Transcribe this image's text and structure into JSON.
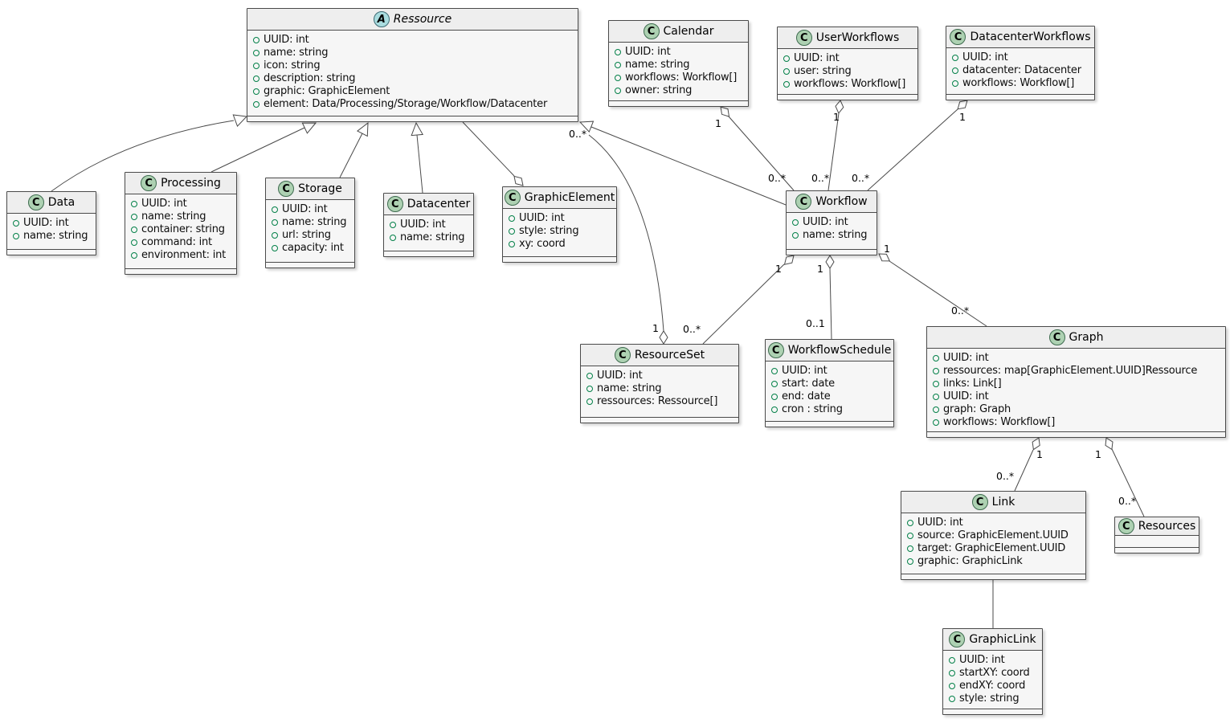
{
  "diagram": {
    "classes": {
      "ressource": {
        "icon_letter": "A",
        "name": "Ressource",
        "attrs": [
          "UUID: int",
          "name: string",
          "icon: string",
          "description: string",
          "graphic: GraphicElement",
          "element: Data/Processing/Storage/Workflow/Datacenter"
        ]
      },
      "data": {
        "icon_letter": "C",
        "name": "Data",
        "attrs": [
          "UUID: int",
          "name: string"
        ]
      },
      "processing": {
        "icon_letter": "C",
        "name": "Processing",
        "attrs": [
          "UUID: int",
          "name: string",
          "container: string",
          "command: int",
          "environment: int"
        ]
      },
      "storage": {
        "icon_letter": "C",
        "name": "Storage",
        "attrs": [
          "UUID: int",
          "name: string",
          "url: string",
          "capacity: int"
        ]
      },
      "datacenter": {
        "icon_letter": "C",
        "name": "Datacenter",
        "attrs": [
          "UUID: int",
          "name: string"
        ]
      },
      "graphicelement": {
        "icon_letter": "C",
        "name": "GraphicElement",
        "attrs": [
          "UUID: int",
          "style: string",
          "xy: coord"
        ]
      },
      "calendar": {
        "icon_letter": "C",
        "name": "Calendar",
        "attrs": [
          "UUID: int",
          "name: string",
          "workflows: Workflow[]",
          "owner: string"
        ]
      },
      "userworkflows": {
        "icon_letter": "C",
        "name": "UserWorkflows",
        "attrs": [
          "UUID: int",
          "user: string",
          "workflows: Workflow[]"
        ]
      },
      "datacenterworkflows": {
        "icon_letter": "C",
        "name": "DatacenterWorkflows",
        "attrs": [
          "UUID: int",
          "datacenter: Datacenter",
          "workflows: Workflow[]"
        ]
      },
      "workflow": {
        "icon_letter": "C",
        "name": "Workflow",
        "attrs": [
          "UUID: int",
          "name: string"
        ]
      },
      "resourceset": {
        "icon_letter": "C",
        "name": "ResourceSet",
        "attrs": [
          "UUID: int",
          "name: string",
          "ressources: Ressource[]"
        ]
      },
      "workflowschedule": {
        "icon_letter": "C",
        "name": "WorkflowSchedule",
        "attrs": [
          "UUID: int",
          "start: date",
          "end: date",
          "cron : string"
        ]
      },
      "graph": {
        "icon_letter": "C",
        "name": "Graph",
        "attrs": [
          "UUID: int",
          "ressources: map[GraphicElement.UUID]Ressource",
          "links: Link[]",
          "UUID: int",
          "graph: Graph",
          "workflows: Workflow[]"
        ]
      },
      "link": {
        "icon_letter": "C",
        "name": "Link",
        "attrs": [
          "UUID: int",
          "source: GraphicElement.UUID",
          "target: GraphicElement.UUID",
          "graphic: GraphicLink"
        ]
      },
      "resources": {
        "icon_letter": "C",
        "name": "Resources",
        "attrs": []
      },
      "graphiclink": {
        "icon_letter": "C",
        "name": "GraphicLink",
        "attrs": [
          "UUID: int",
          "startXY: coord",
          "endXY: coord",
          "style: string"
        ]
      }
    },
    "multiplicities": {
      "calendar_workflow": {
        "source": "1",
        "target": "0..*"
      },
      "userworkflows_workflow": {
        "source": "1",
        "target": "0..*"
      },
      "datacenterworkflows_workflow": {
        "source": "1",
        "target": "0..*"
      },
      "workflow_resourceset": {
        "source": "1",
        "target": "0..*"
      },
      "workflow_workflowschedule": {
        "source": "1",
        "target": "0..1"
      },
      "workflow_graph": {
        "source": "1",
        "target": "0..*"
      },
      "resourceset_ressource": {
        "source": "1",
        "target": "0..*"
      },
      "graph_link": {
        "source": "1",
        "target": "0..*"
      },
      "graph_resources": {
        "source": "1",
        "target": "0..*"
      }
    }
  }
}
